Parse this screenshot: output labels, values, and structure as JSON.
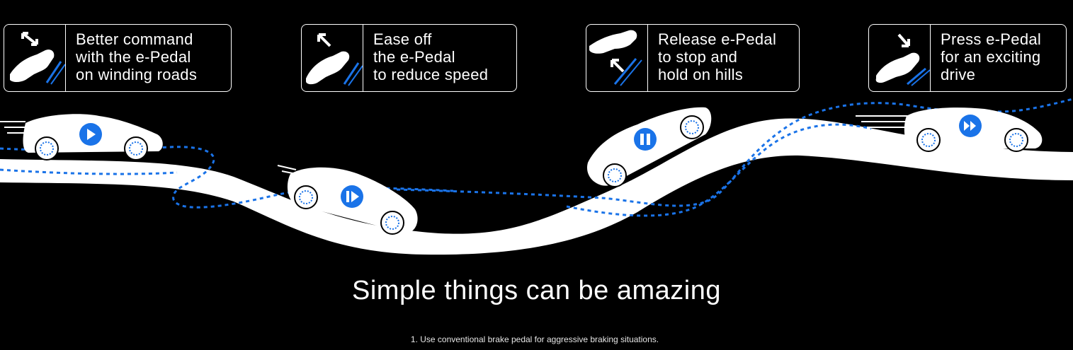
{
  "cards": [
    {
      "lines": [
        "Better command",
        "with the e-Pedal",
        "on winding roads"
      ],
      "icon": "pedal-rock-both-ways-icon"
    },
    {
      "lines": [
        "Ease off",
        "the e-Pedal",
        "to reduce speed"
      ],
      "icon": "pedal-ease-off-icon"
    },
    {
      "lines": [
        "Release e-Pedal",
        "to stop and",
        "hold on hills"
      ],
      "icon": "pedal-release-icon"
    },
    {
      "lines": [
        "Press e-Pedal",
        "for an exciting",
        "drive"
      ],
      "icon": "pedal-press-icon"
    }
  ],
  "scene": {
    "cars": [
      {
        "state_icon": "play-icon"
      },
      {
        "state_icon": "play-pause-icon"
      },
      {
        "state_icon": "pause-icon"
      },
      {
        "state_icon": "fast-forward-icon"
      }
    ]
  },
  "tagline": "Simple things can be amazing",
  "footnote": "1. Use conventional brake pedal for aggressive braking situations.",
  "colors": {
    "background": "#000000",
    "foreground": "#ffffff",
    "accent_blue": "#1a73e8"
  }
}
